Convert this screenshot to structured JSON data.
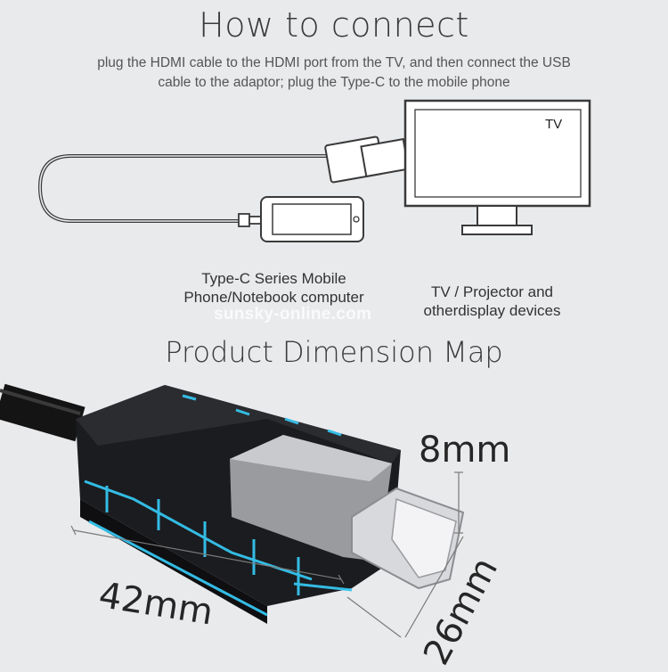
{
  "how_to_connect": {
    "title": "How to connect",
    "subtitle": "plug the HDMI cable to the HDMI port from the TV, and then connect the USB cable to the adaptor; plug the Type-C to the mobile phone",
    "tv_label": "TV",
    "source_label": "Type-C Series Mobile Phone/Notebook computer",
    "display_label": "TV / Projector and otherdisplay devices"
  },
  "watermark": "sunsky-online.com",
  "dimension_map": {
    "title": "Product Dimension Map",
    "height": "8mm",
    "length": "42mm",
    "width": "26mm"
  },
  "colors": {
    "background": "#e9eaec",
    "accent_blue": "#35c5ef",
    "body_black": "#1b1c1f"
  }
}
